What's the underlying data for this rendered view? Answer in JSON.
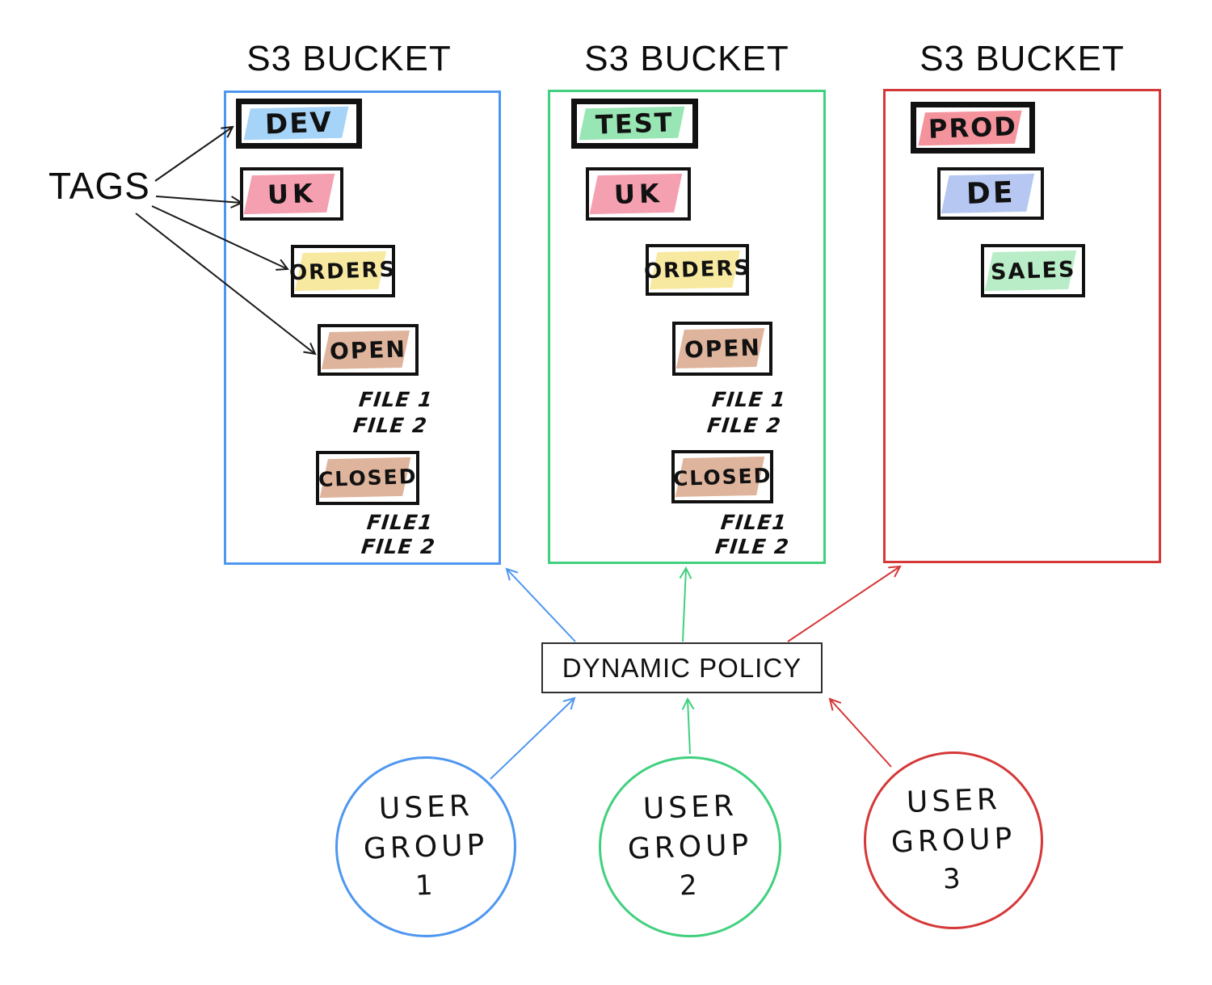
{
  "tags_label": "TAGS",
  "policy": {
    "label": "DYNAMIC POLICY"
  },
  "colors": {
    "blue": "#4e97f0",
    "green": "#41d07e",
    "red": "#d53838",
    "ink": "#111111"
  },
  "buckets": [
    {
      "title": "S3 BUCKET",
      "color": "#4e97f0",
      "env_tag": {
        "label": "DEV",
        "highlight": "#a6d4f8"
      },
      "region_tag": {
        "label": "UK",
        "highlight": "#f4a0b0"
      },
      "category_tag": {
        "label": "ORDERS",
        "highlight": "#f8e9a1"
      },
      "folders": [
        {
          "label": "OPEN",
          "highlight": "#dfb49c",
          "files": [
            "FILE 1",
            "FILE 2"
          ]
        },
        {
          "label": "CLOSED",
          "highlight": "#dfb49c",
          "files": [
            "FILE1",
            "FILE 2"
          ]
        }
      ]
    },
    {
      "title": "S3 BUCKET",
      "color": "#41d07e",
      "env_tag": {
        "label": "TEST",
        "highlight": "#98e6b4"
      },
      "region_tag": {
        "label": "UK",
        "highlight": "#f4a0b0"
      },
      "category_tag": {
        "label": "ORDERS",
        "highlight": "#f8e9a1"
      },
      "folders": [
        {
          "label": "OPEN",
          "highlight": "#dfb49c",
          "files": [
            "FILE 1",
            "FILE 2"
          ]
        },
        {
          "label": "CLOSED",
          "highlight": "#dfb49c",
          "files": [
            "FILE1",
            "FILE 2"
          ]
        }
      ]
    },
    {
      "title": "S3 BUCKET",
      "color": "#d53838",
      "env_tag": {
        "label": "PROD",
        "highlight": "#f4939c"
      },
      "region_tag": {
        "label": "DE",
        "highlight": "#b6c8f1"
      },
      "category_tag": {
        "label": "SALES",
        "highlight": "#b9edc7"
      },
      "folders": []
    }
  ],
  "user_groups": [
    {
      "label_line1": "USER",
      "label_line2": "GROUP",
      "number": "1",
      "color": "#4e97f0"
    },
    {
      "label_line1": "USER",
      "label_line2": "GROUP",
      "number": "2",
      "color": "#41d07e"
    },
    {
      "label_line1": "USER",
      "label_line2": "GROUP",
      "number": "3",
      "color": "#d53838"
    }
  ]
}
